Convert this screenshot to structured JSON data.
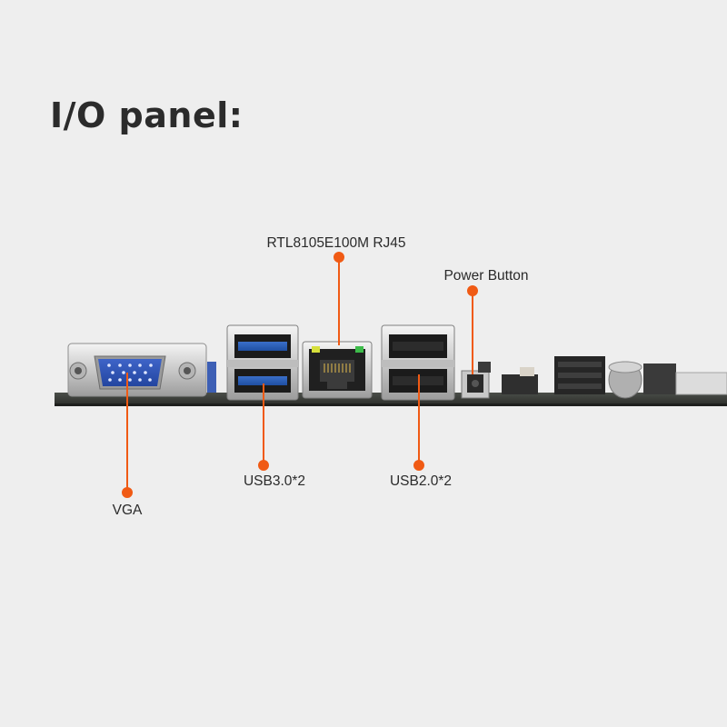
{
  "title": "I/O panel:",
  "accent_color": "#f05a14",
  "callouts": {
    "vga": "VGA",
    "usb3": "USB3.0*2",
    "usb2": "USB2.0*2",
    "rj45": "RTL8105E100M RJ45",
    "power": "Power Button"
  },
  "components": {
    "vga_icon": "vga-port-icon",
    "usb3_icon": "usb3-port-icon",
    "usb2_icon": "usb2-port-icon",
    "rj45_icon": "ethernet-port-icon",
    "power_icon": "power-button-icon"
  }
}
